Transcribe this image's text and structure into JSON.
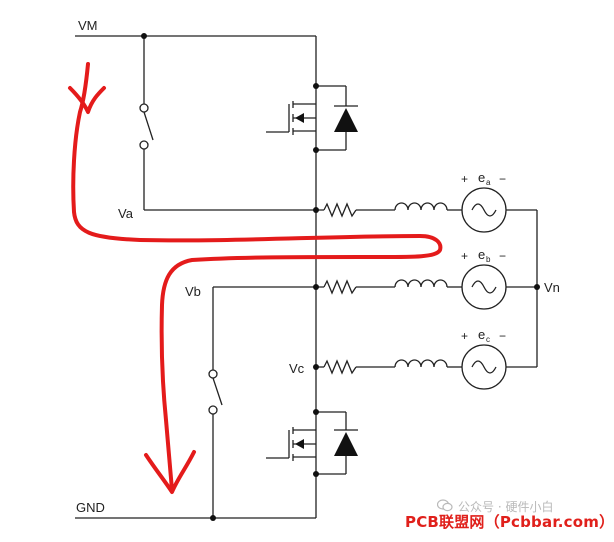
{
  "labels": {
    "vm": "VM",
    "gnd": "GND",
    "va": "Va",
    "vb": "Vb",
    "vc": "Vc",
    "vn": "Vn"
  },
  "sources": [
    {
      "plus": "+",
      "name": "e",
      "sub": "a",
      "minus": "−"
    },
    {
      "plus": "+",
      "name": "e",
      "sub": "b",
      "minus": "−"
    },
    {
      "plus": "+",
      "name": "e",
      "sub": "c",
      "minus": "−"
    }
  ],
  "watermark": "公众号 · 硬件小白",
  "footer": "PCB联盟网（Pcbbar.com）",
  "colors": {
    "wire": "#222222",
    "annotation": "#e41b1b",
    "footer": "#e0201b",
    "watermark": "#b9b9b9"
  }
}
